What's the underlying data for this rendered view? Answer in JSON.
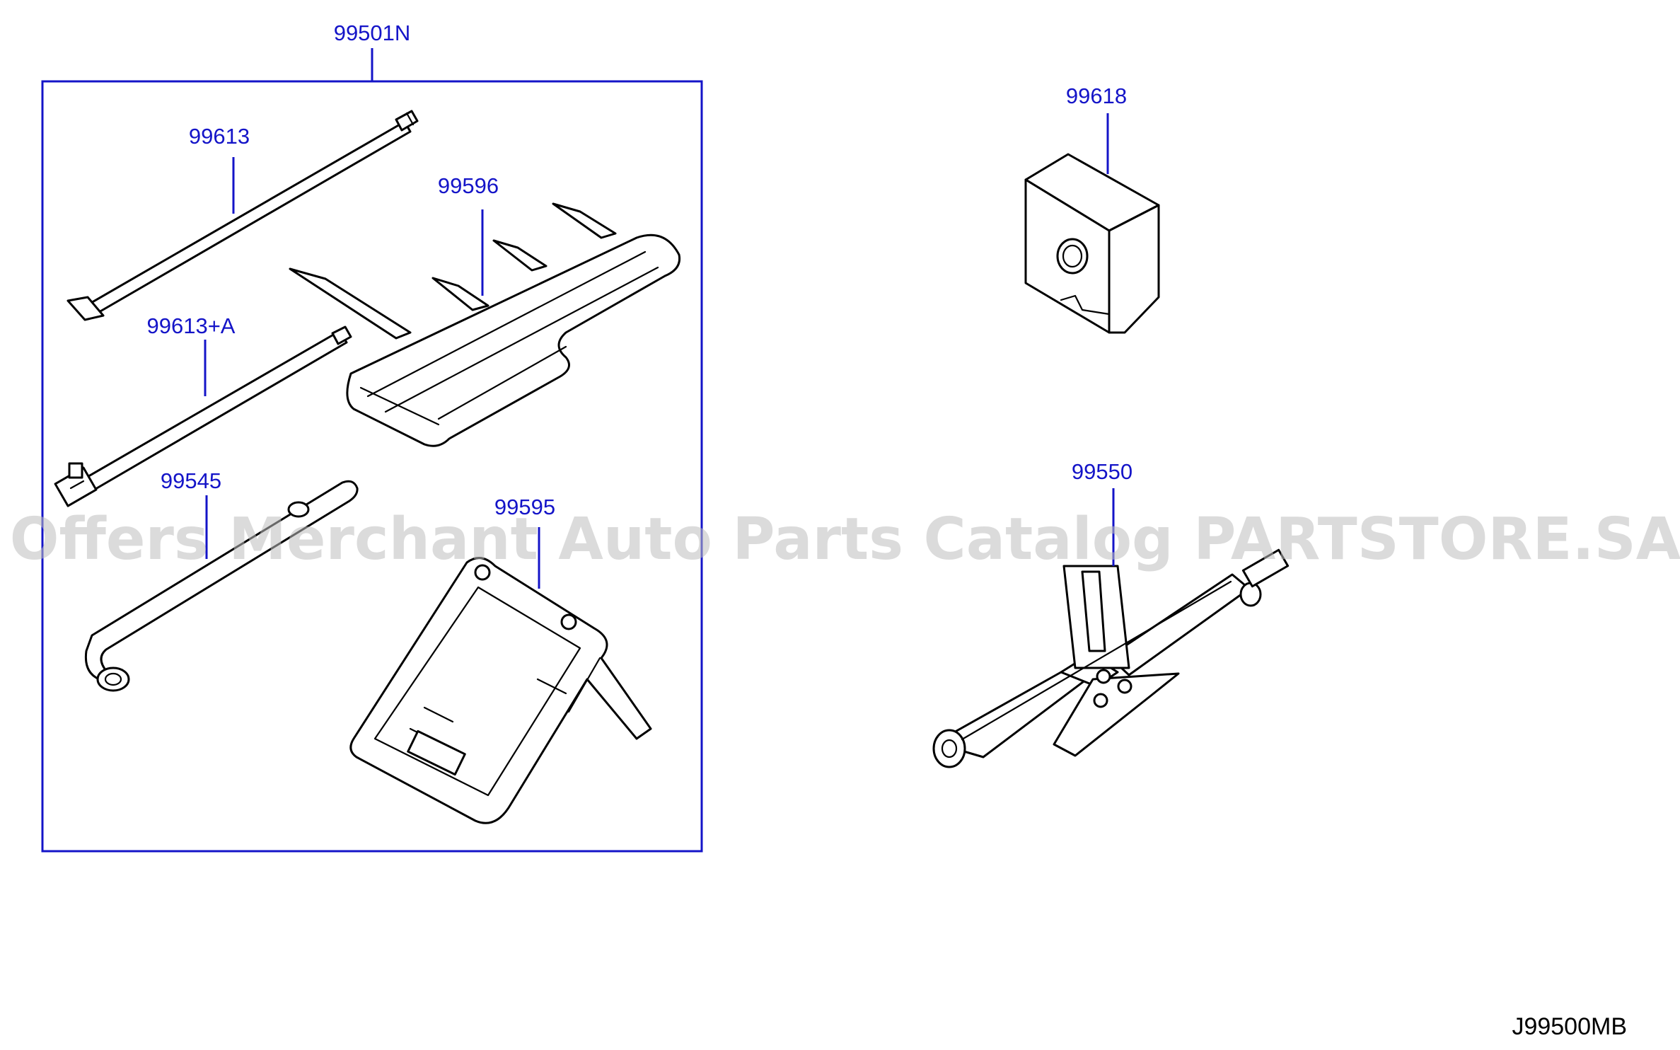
{
  "diagram": {
    "group_label": "99501N",
    "parts": {
      "rod": "99613",
      "rod_a": "99613+A",
      "tray": "99596",
      "wrench": "99545",
      "chock": "99595",
      "block": "99618",
      "jack": "99550"
    },
    "drawing_code": "J99500MB",
    "watermark": "Offers Merchant Auto Parts Catalog PARTSTORE.SA",
    "colors": {
      "label": "#1414c8",
      "ink": "#000000",
      "watermark": "#bdbdbd"
    }
  }
}
